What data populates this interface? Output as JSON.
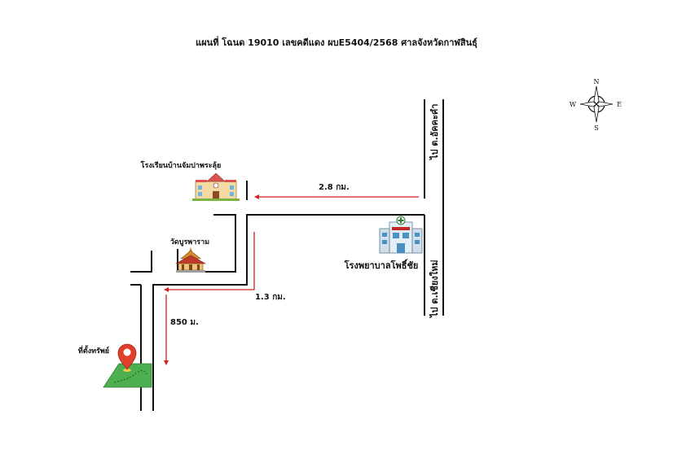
{
  "title": "แผนที่ โฉนด 19010  เลขคดีแดง ผบE5404/2568   ศาลจังหวัดกาฬสินธุ์",
  "compass": {
    "north": "N",
    "east": "E",
    "south": "S",
    "west": "W"
  },
  "landmarks": {
    "school": "โรงเรียนบ้านจัมปาพระลุ้ย",
    "temple": "วัดบูรพาราม",
    "hospital": "โรงพยาบาลโพธิ์ชัย",
    "property": "ที่ตั้งทรัพย์"
  },
  "road_labels": {
    "north_road": "ไป ต.อัคคะคำ",
    "south_road": "ไป ต.เชียงใหม่"
  },
  "distances": {
    "upper_route": "2.8 กม.",
    "middle_route": "1.3 กม.",
    "lower_route": "850 ม."
  },
  "colors": {
    "route": "#d32222",
    "road": "#111111",
    "pin": "#e0402b",
    "land": "#4caf50"
  }
}
